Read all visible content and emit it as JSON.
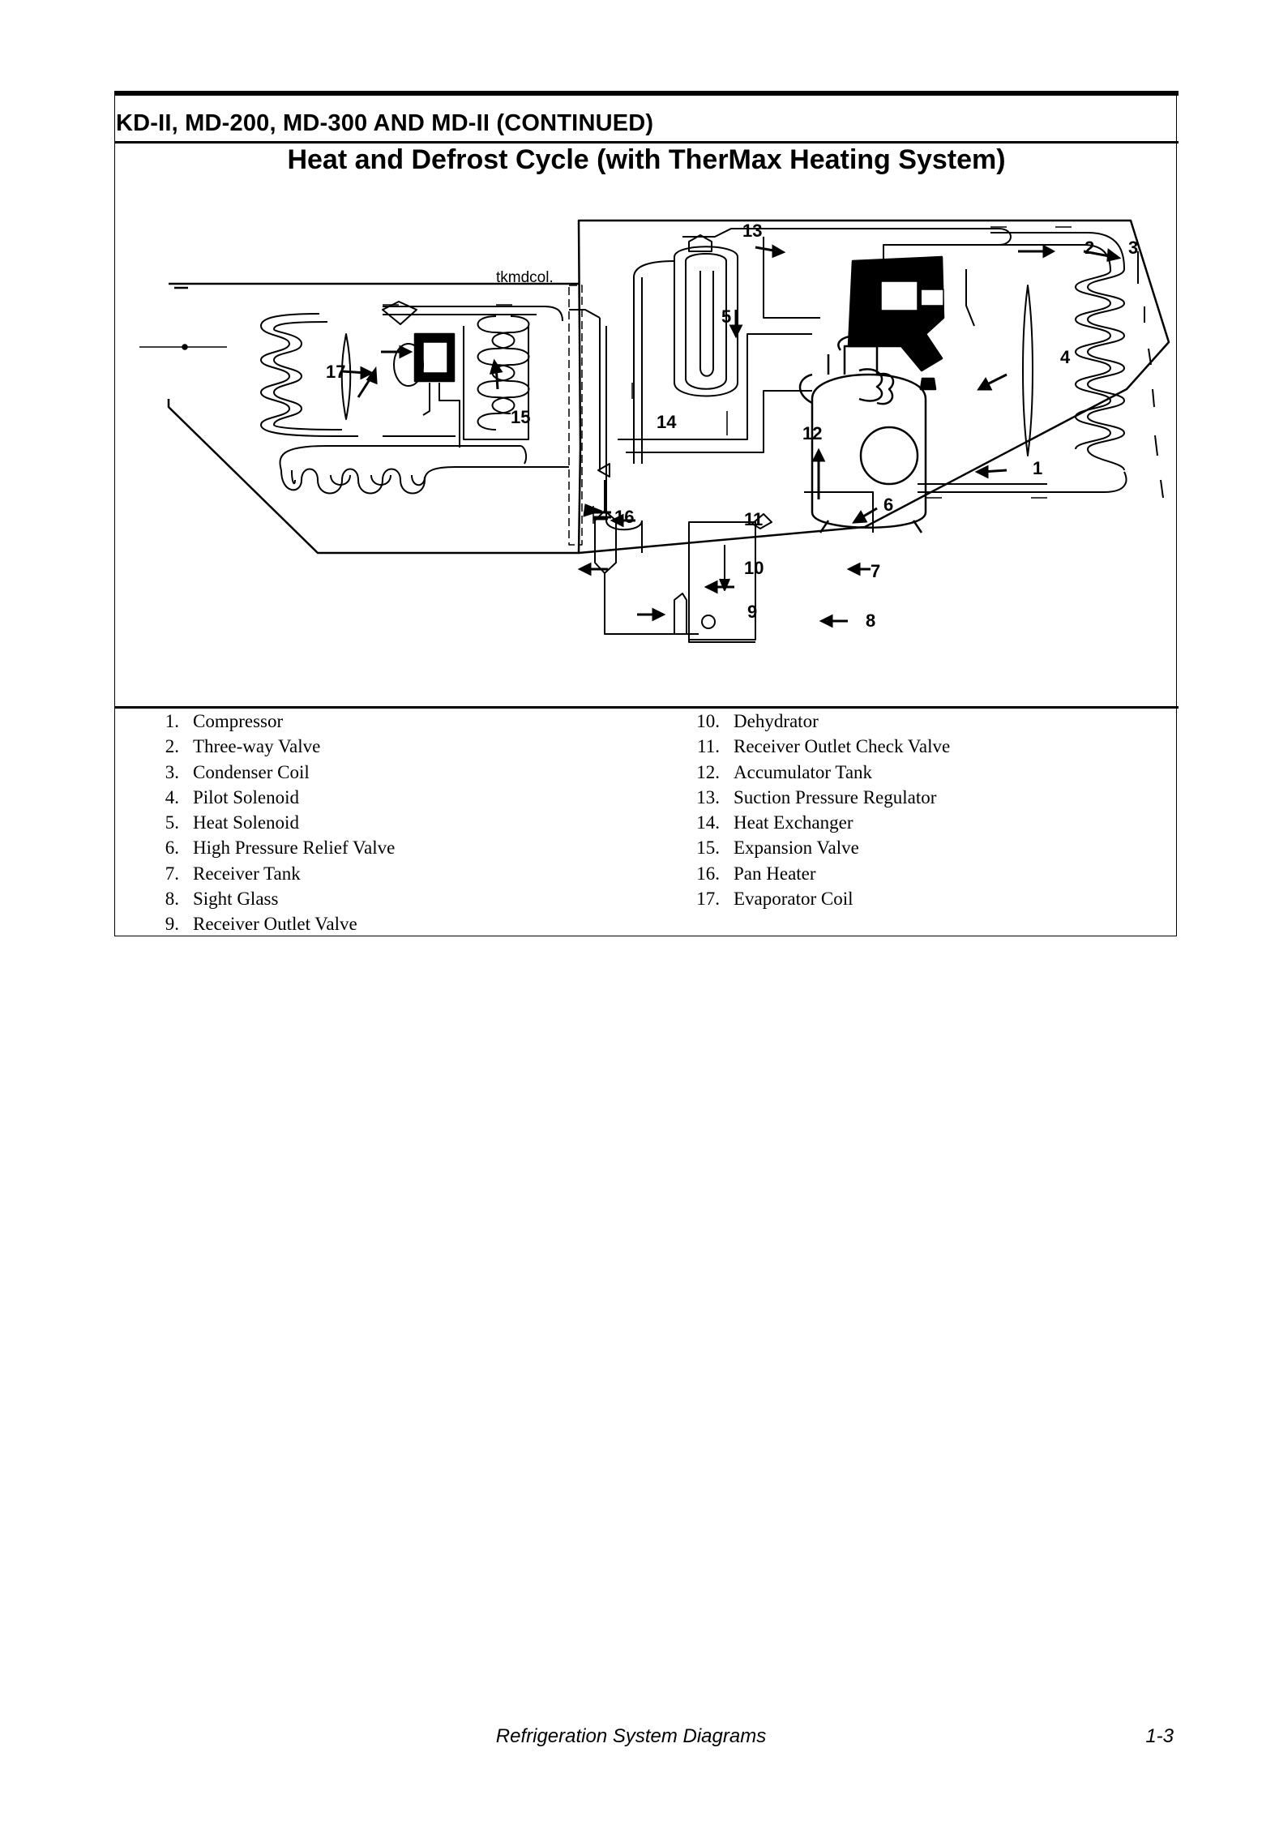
{
  "header": {
    "section": "KD-II, MD-200, MD-300 AND MD-II (CONTINUED)",
    "figure_title": "Heat and Defrost Cycle (with TherMax Heating System)"
  },
  "diagram": {
    "caption_text": "tkmdcol.",
    "callouts": [
      "1",
      "2",
      "3",
      "4",
      "5",
      "6",
      "7",
      "8",
      "9",
      "10",
      "11",
      "12",
      "13",
      "14",
      "15",
      "16",
      "17"
    ]
  },
  "legend": {
    "left": [
      {
        "num": "1.",
        "label": "Compressor"
      },
      {
        "num": "2.",
        "label": "Three-way Valve"
      },
      {
        "num": "3.",
        "label": "Condenser Coil"
      },
      {
        "num": "4.",
        "label": "Pilot Solenoid"
      },
      {
        "num": "5.",
        "label": "Heat Solenoid"
      },
      {
        "num": "6.",
        "label": "High Pressure Relief Valve"
      },
      {
        "num": "7.",
        "label": "Receiver Tank"
      },
      {
        "num": "8.",
        "label": "Sight Glass"
      },
      {
        "num": "9.",
        "label": "Receiver Outlet Valve"
      }
    ],
    "right": [
      {
        "num": "10.",
        "label": "Dehydrator"
      },
      {
        "num": "11.",
        "label": "Receiver Outlet Check Valve"
      },
      {
        "num": "12.",
        "label": "Accumulator Tank"
      },
      {
        "num": "13.",
        "label": "Suction Pressure Regulator"
      },
      {
        "num": "14.",
        "label": "Heat Exchanger"
      },
      {
        "num": "15.",
        "label": "Expansion Valve"
      },
      {
        "num": "16.",
        "label": "Pan Heater"
      },
      {
        "num": "17.",
        "label": "Evaporator Coil"
      }
    ]
  },
  "footer": {
    "title": "Refrigeration System Diagrams",
    "page": "1-3"
  }
}
